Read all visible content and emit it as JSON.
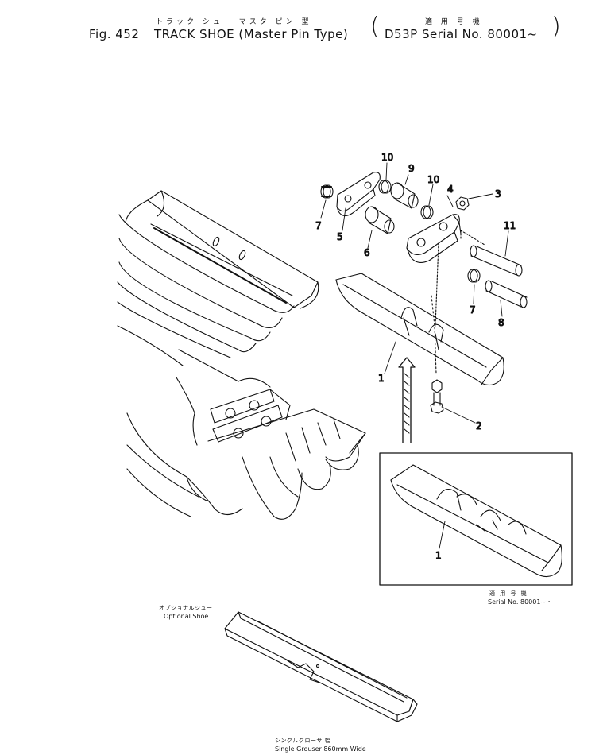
{
  "header": {
    "jp_title": "トラック シュー  マスタ ピン 型",
    "fig_label": "Fig. 452",
    "title": "TRACK SHOE (Master Pin Type)",
    "jp_applicable": "適 用 号 機",
    "applicable": "D53P Serial No. 80001~"
  },
  "callouts": {
    "c1": "1",
    "c1b": "1",
    "c2": "2",
    "c3": "3",
    "c4": "4",
    "c5": "5",
    "c6": "6",
    "c7a": "7",
    "c7b": "7",
    "c8": "8",
    "c9": "9",
    "c10a": "10",
    "c10b": "10",
    "c11": "11"
  },
  "inset": {
    "jp_serial": "適 用 号 機",
    "serial": "Serial No.  80001~・"
  },
  "optional": {
    "jp_label": "オプショナルシュー",
    "label": "Optional Shoe",
    "jp_caption": "シングルグローサ   幅",
    "caption": "Single Grouser 860mm Wide"
  }
}
